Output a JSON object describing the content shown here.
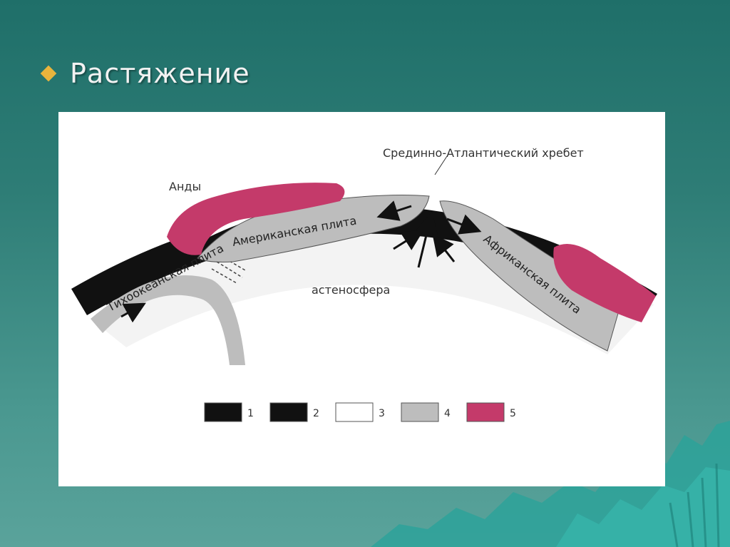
{
  "slide": {
    "title": "Растяжение"
  },
  "diagram": {
    "labels": {
      "ridge": "Срединно-Атлантический хребет",
      "andes": "Анды",
      "american_plate": "Американская плита",
      "african_plate": "Африканская плита",
      "pacific_plate": "Тихоокеанская плита",
      "asthenosphere": "астеносфера"
    },
    "legend": [
      {
        "num": "1",
        "color": "#111111"
      },
      {
        "num": "2",
        "color": "#111111"
      },
      {
        "num": "3",
        "color": "#ffffff"
      },
      {
        "num": "4",
        "color": "#bdbdbd"
      },
      {
        "num": "5",
        "color": "#c43a6a"
      }
    ],
    "colors": {
      "lithosphere": "#111111",
      "plate": "#bdbdbd",
      "magma": "#c43a6a",
      "accent": "#e8b43c"
    }
  }
}
